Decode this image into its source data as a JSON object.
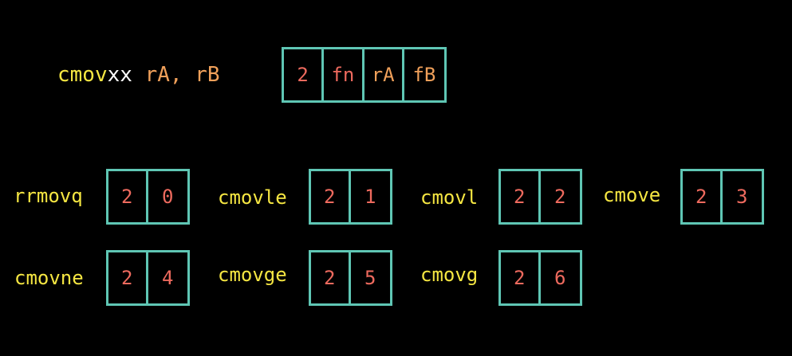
{
  "header": {
    "mnemonic_prefix": "cmov",
    "mnemonic_suffix": "xx",
    "operands": "rA, rB",
    "encoding": [
      "2",
      "fn",
      "rA",
      "fB"
    ]
  },
  "instructions": [
    {
      "name": "rrmovq",
      "bytes": [
        "2",
        "0"
      ]
    },
    {
      "name": "cmovle",
      "bytes": [
        "2",
        "1"
      ]
    },
    {
      "name": "cmovl",
      "bytes": [
        "2",
        "2"
      ]
    },
    {
      "name": "cmove",
      "bytes": [
        "2",
        "3"
      ]
    },
    {
      "name": "cmovne",
      "bytes": [
        "2",
        "4"
      ]
    },
    {
      "name": "cmovge",
      "bytes": [
        "2",
        "5"
      ]
    },
    {
      "name": "cmovg",
      "bytes": [
        "2",
        "6"
      ]
    }
  ],
  "colors": {
    "background": "#000000",
    "mnemonic": "#f5e642",
    "suffix": "#ffffff",
    "operand": "#f0a05a",
    "code": "#ee6a5e",
    "box_border": "#5fc6b4"
  }
}
